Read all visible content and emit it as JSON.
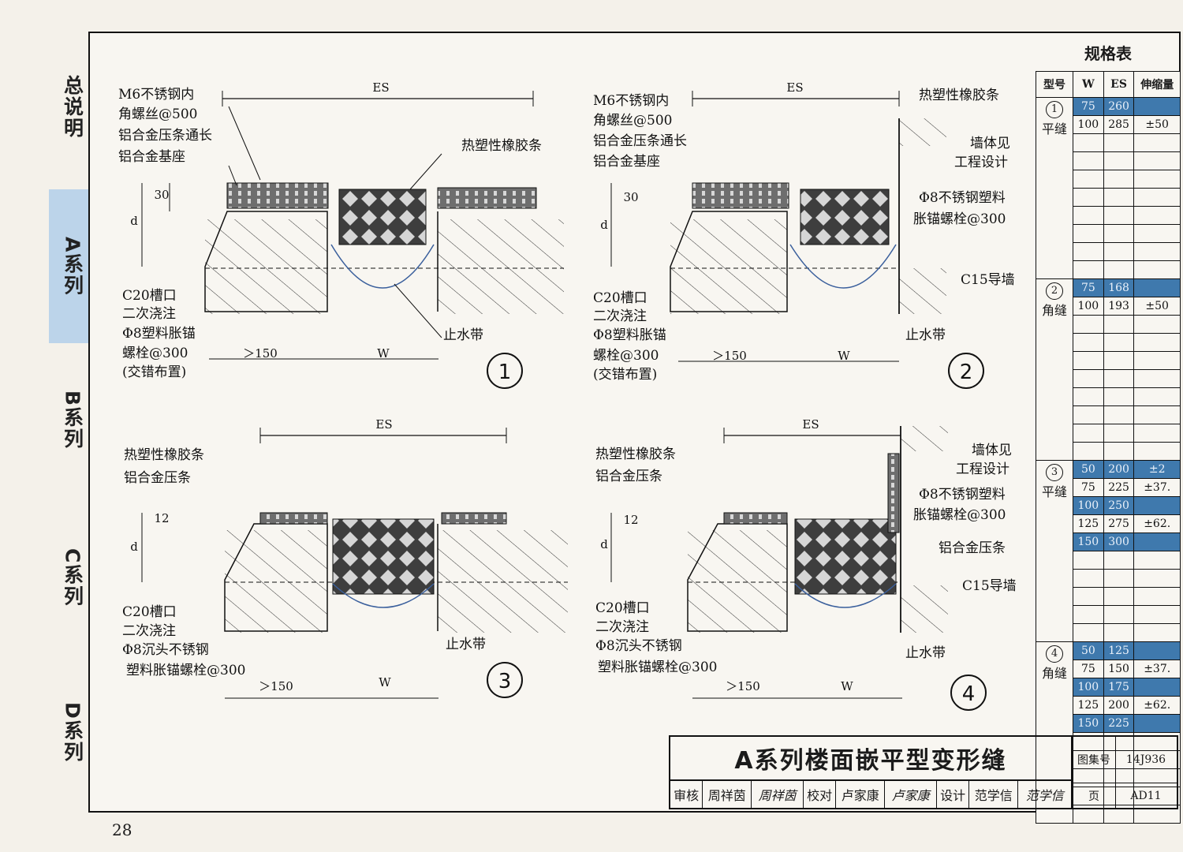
{
  "side_tabs": [
    {
      "label": "总说明",
      "active": false
    },
    {
      "label": "A系列",
      "active": true
    },
    {
      "label": "B系列",
      "active": false
    },
    {
      "label": "C系列",
      "active": false
    },
    {
      "label": "D系列",
      "active": false
    }
  ],
  "page_number": "28",
  "details": {
    "d1": {
      "number": "1",
      "labels": [
        "M6不锈钢内",
        "角螺丝@500",
        "铝合金压条通长",
        "铝合金基座",
        "热塑性橡胶条",
        "C20槽口",
        "二次浇注",
        "Φ8塑料胀锚",
        "螺栓@300",
        "(交错布置)",
        "止水带"
      ],
      "dims": {
        "es": "ES",
        "w": "W",
        "d": "d",
        "h30": "30",
        "gt150": "＞150"
      }
    },
    "d2": {
      "number": "2",
      "labels": [
        "M6不锈钢内",
        "角螺丝@500",
        "铝合金压条通长",
        "铝合金基座",
        "热塑性橡胶条",
        "墙体见",
        "工程设计",
        "Φ8不锈钢塑料",
        "胀锚螺栓@300",
        "C15导墙",
        "C20槽口",
        "二次浇注",
        "Φ8塑料胀锚",
        "螺栓@300",
        "(交错布置)",
        "止水带"
      ],
      "dims": {
        "es": "ES",
        "w": "W",
        "d": "d",
        "h30": "30",
        "gt150": "＞150"
      }
    },
    "d3": {
      "number": "3",
      "labels": [
        "热塑性橡胶条",
        "铝合金压条",
        "C20槽口",
        "二次浇注",
        "Φ8沉头不锈钢",
        "塑料胀锚螺栓@300",
        "止水带"
      ],
      "dims": {
        "es": "ES",
        "w": "W",
        "d": "d",
        "h12": "12",
        "gt150": "＞150"
      }
    },
    "d4": {
      "number": "4",
      "labels": [
        "热塑性橡胶条",
        "铝合金压条",
        "墙体见",
        "工程设计",
        "Φ8不锈钢塑料",
        "胀锚螺栓@300",
        "铝合金压条",
        "C15导墙",
        "C20槽口",
        "二次浇注",
        "Φ8沉头不锈钢",
        "塑料胀锚螺栓@300",
        "止水带"
      ],
      "dims": {
        "es": "ES",
        "w": "W",
        "d": "d",
        "h12": "12",
        "gt150": "＞150"
      }
    }
  },
  "spec_table": {
    "title": "规格表",
    "headers": [
      "型号",
      "W",
      "ES",
      "伸缩量"
    ],
    "groups": [
      {
        "num": "1",
        "name": "平缝",
        "rows": [
          {
            "w": "75",
            "es": "260",
            "mv": "",
            "hl": true
          },
          {
            "w": "100",
            "es": "285",
            "mv": "±50",
            "hl": false
          }
        ]
      },
      {
        "num": "2",
        "name": "角缝",
        "rows": [
          {
            "w": "75",
            "es": "168",
            "mv": "",
            "hl": true
          },
          {
            "w": "100",
            "es": "193",
            "mv": "±50",
            "hl": false
          }
        ]
      },
      {
        "num": "3",
        "name": "平缝",
        "rows": [
          {
            "w": "50",
            "es": "200",
            "mv": "±2",
            "hl": true
          },
          {
            "w": "75",
            "es": "225",
            "mv": "±37.",
            "hl": false
          },
          {
            "w": "100",
            "es": "250",
            "mv": "",
            "hl": true
          },
          {
            "w": "125",
            "es": "275",
            "mv": "±62.",
            "hl": false
          },
          {
            "w": "150",
            "es": "300",
            "mv": "",
            "hl": true
          }
        ]
      },
      {
        "num": "4",
        "name": "角缝",
        "rows": [
          {
            "w": "50",
            "es": "125",
            "mv": "",
            "hl": true
          },
          {
            "w": "75",
            "es": "150",
            "mv": "±37.",
            "hl": false
          },
          {
            "w": "100",
            "es": "175",
            "mv": "",
            "hl": true
          },
          {
            "w": "125",
            "es": "200",
            "mv": "±62.",
            "hl": false
          },
          {
            "w": "150",
            "es": "225",
            "mv": "",
            "hl": true
          }
        ]
      }
    ]
  },
  "title_block": {
    "title": "A系列楼面嵌平型变形缝",
    "row": [
      "审核",
      "周祥茵",
      "周祥茵",
      "校对",
      "卢家康",
      "卢家康",
      "设计",
      "范学信",
      "范学信"
    ],
    "atlas_label": "图集号",
    "atlas_no": "14J936",
    "page_label": "页",
    "page_code": "AD11"
  },
  "colors": {
    "highlight": "#3f79ad",
    "light_tab": "#bcd4ea"
  }
}
